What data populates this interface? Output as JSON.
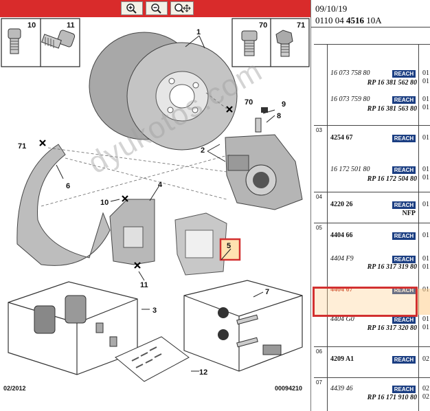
{
  "toolbar": {
    "buttons": [
      {
        "name": "zoom-in",
        "icon": "magnifier-plus-icon"
      },
      {
        "name": "zoom-out",
        "icon": "magnifier-minus-icon"
      },
      {
        "name": "fit",
        "icon": "magnifier-move-icon"
      }
    ]
  },
  "diagram": {
    "callouts": [
      "1",
      "2",
      "3",
      "4",
      "5",
      "6",
      "7",
      "8",
      "9",
      "10",
      "11",
      "12",
      "70",
      "71"
    ],
    "inset_labels": {
      "left_a": "10",
      "left_b": "11",
      "right_a": "70",
      "right_b": "71"
    },
    "footer_left": "02/2012",
    "footer_right": "00094210",
    "watermark": "dyukotos.com"
  },
  "header": {
    "date": "09/10/19",
    "code_prefix": "0110 04",
    "code_bold": "4516",
    "code_suffix": "10A"
  },
  "badge_label": "REACH",
  "parts": {
    "b1": {
      "pn1": "16 073 758 80",
      "rp1": "RP 16 381 562 80",
      "q1": "01",
      "pn2": "16 073 759 80",
      "rp2": "RP 16 381 563 80",
      "q2": "01"
    },
    "b2": {
      "pos": "03",
      "pn1": "4254 67",
      "q1": "01",
      "pn2": "16 172 501 80",
      "rp2": "RP 16 172 504 80",
      "q2": "01"
    },
    "b3": {
      "pos": "04",
      "pn1": "4220 26",
      "note": "NFP",
      "q1": "01"
    },
    "b4": {
      "pos": "05",
      "pn1": "4404 66",
      "q1": "01",
      "pn2": "4404 F9",
      "rp2": "RP 16 317 319 80",
      "q2": "01",
      "pn3": "4404 67",
      "q3": "01",
      "pn4": "4404 G0",
      "rp4": "RP 16 317 320 80",
      "q4": "01"
    },
    "b5": {
      "pos": "06",
      "pn1": "4209 A1",
      "q1": "02"
    },
    "b6": {
      "pos": "07",
      "pn1": "4439 46",
      "rp1": "RP 16 171 910 80",
      "q1": "02"
    }
  }
}
